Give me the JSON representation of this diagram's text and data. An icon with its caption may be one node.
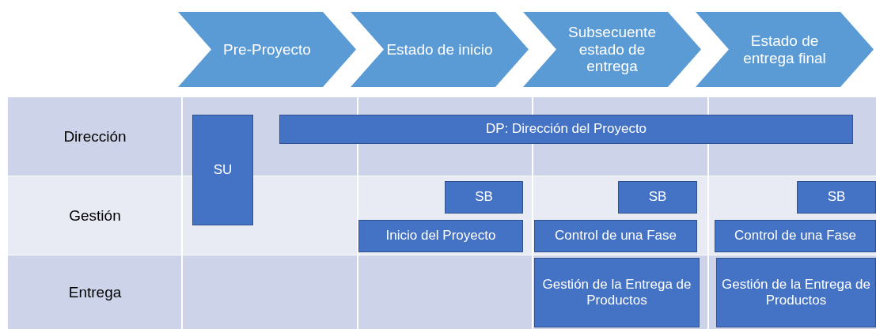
{
  "diagram": {
    "nodes": [
      {
        "text": [
          "Pre-Proyecto"
        ]
      },
      {
        "text": [
          "Estado de inicio"
        ]
      },
      {
        "text": [
          "Subsecuente estado de entrega"
        ]
      },
      {
        "text": [
          "Estado de entrega final"
        ]
      },
      {
        "text": [
          "Dirección"
        ]
      },
      {
        "text": [
          "Gestión"
        ]
      },
      {
        "text": [
          "Entrega"
        ]
      },
      {
        "text": [
          "SU"
        ]
      },
      {
        "text": [
          "DP: Dirección del Proyecto"
        ],
        "in": 4
      },
      {
        "text": [
          "SB"
        ],
        "in": 5
      },
      {
        "text": [
          "SB"
        ],
        "in": 5
      },
      {
        "text": [
          "SB"
        ],
        "in": 5
      },
      {
        "text": [
          "Inicio del Proyecto"
        ],
        "in": 5
      },
      {
        "text": [
          "Control de una Fase"
        ],
        "in": 5
      },
      {
        "text": [
          "Control de una Fase"
        ],
        "in": 5
      },
      {
        "text": [
          "Gestión de la Entrega de Productos"
        ],
        "in": 6
      },
      {
        "text": [
          "Gestión de la Entrega de Productos"
        ],
        "in": 6
      }
    ],
    "edges": []
  }
}
